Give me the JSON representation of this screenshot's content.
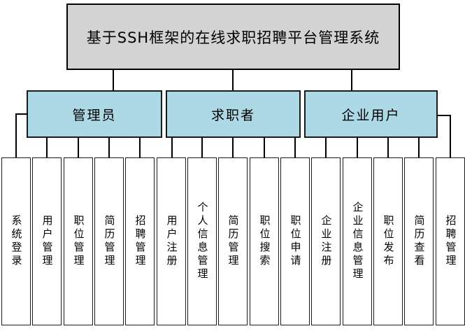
{
  "title": "基于SSH框架的在线求职招聘平台管理系统",
  "colors": {
    "root_fill": "#d3d3d3",
    "group_fill": "#add8e6",
    "leaf_fill": "#ffffff",
    "line": "#000000",
    "text": "#000000"
  },
  "groups": [
    {
      "label": "管理员",
      "children": [
        "系统登录",
        "用户管理",
        "职位管理",
        "简历管理",
        "招聘管理"
      ]
    },
    {
      "label": "求职者",
      "children": [
        "用户注册",
        "个人信息管理",
        "简历管理",
        "职位搜索",
        "职位申请"
      ]
    },
    {
      "label": "企业用户",
      "children": [
        "企业注册",
        "企业信息管理",
        "职位发布",
        "简历查看",
        "招聘管理"
      ]
    }
  ]
}
